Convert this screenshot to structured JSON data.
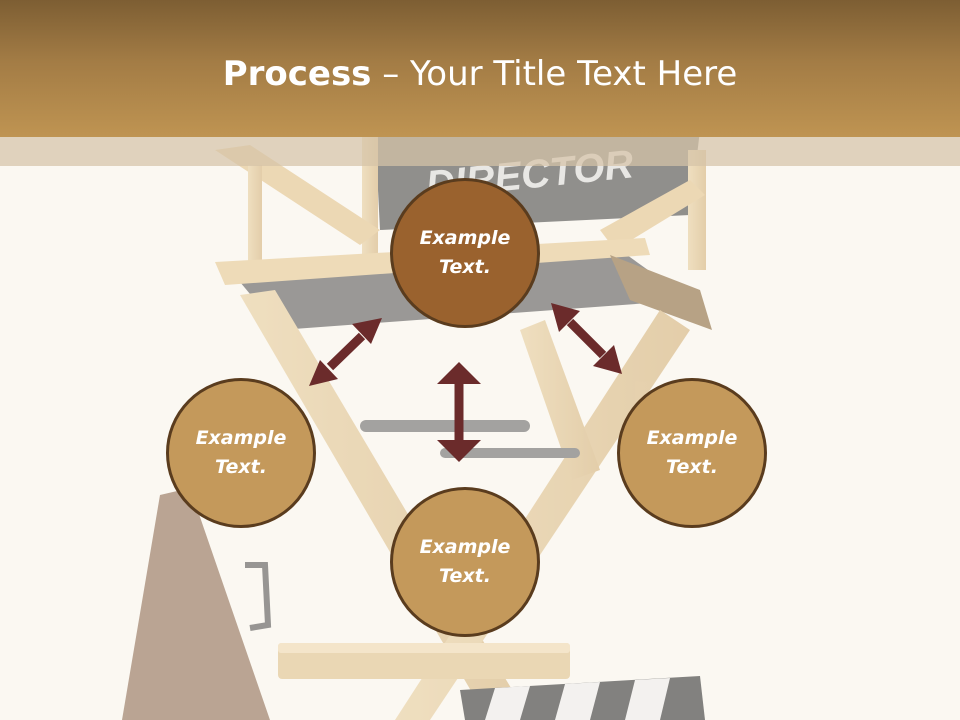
{
  "slide": {
    "title_bold": "Process",
    "title_rest": " – Your Title Text Here"
  },
  "background": {
    "chair_label": "DIRECTOR",
    "icon": "director-chair-megaphone-clapperboard"
  },
  "nodes": {
    "top": {
      "line1": "Example",
      "line2": "Text."
    },
    "left": {
      "line1": "Example",
      "line2": "Text."
    },
    "right": {
      "line1": "Example",
      "line2": "Text."
    },
    "bottom": {
      "line1": "Example",
      "line2": "Text."
    }
  },
  "colors": {
    "header": "#b08649",
    "circle_dark": "#9a622e",
    "circle_light": "#c4995b",
    "circle_border": "#5a3c1e",
    "arrow": "#6b2b2b"
  }
}
